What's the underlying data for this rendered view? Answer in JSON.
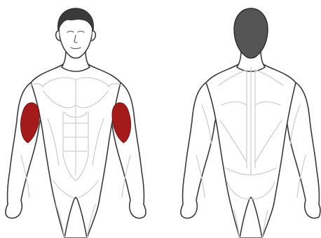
{
  "colors": {
    "background": "#ffffff",
    "outline": "#3a3a3a",
    "muscle_line": "#cfcfcf",
    "hair": "#3b3b3b",
    "hair_back": "#555555",
    "highlight": "#a51a1a"
  },
  "views": [
    "front",
    "back"
  ],
  "highlighted_muscle": "biceps",
  "highlighted_sides": [
    "left-arm",
    "right-arm"
  ]
}
